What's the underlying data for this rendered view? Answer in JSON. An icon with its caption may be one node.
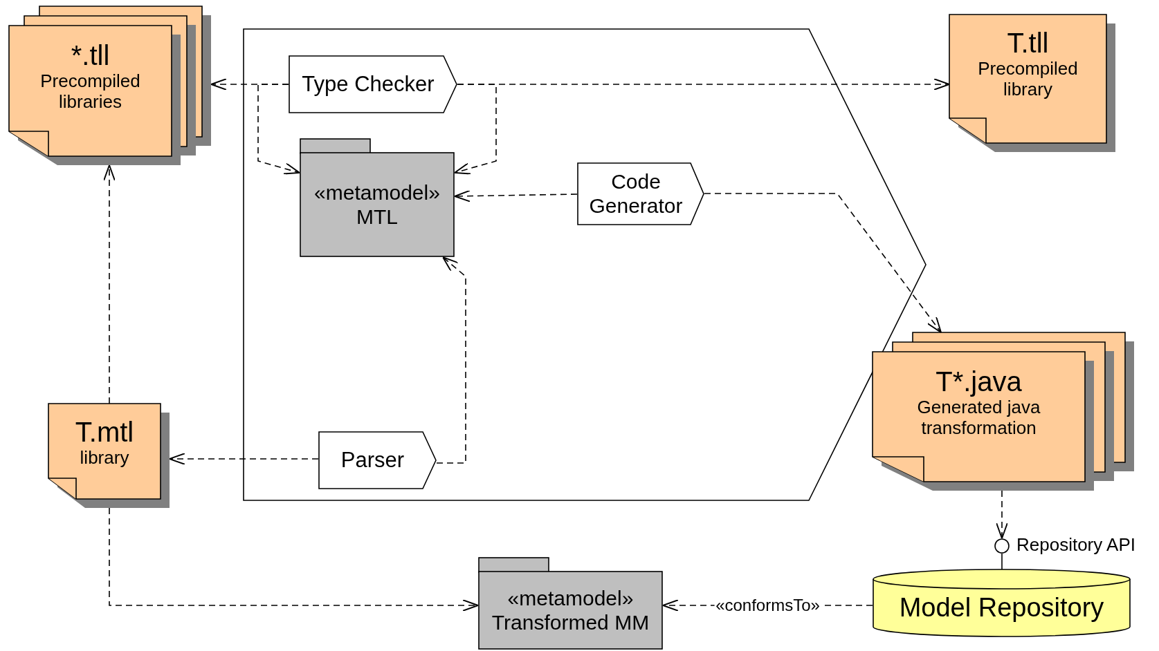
{
  "diagram": {
    "nodes": [
      {
        "text": [
          "*.tll",
          "Precompiled libraries"
        ]
      },
      {
        "text": [],
        "shape": "box"
      },
      {
        "text": [
          "Type Checker"
        ],
        "in": 1
      },
      {
        "text": [
          "«metamodel»",
          "MTL"
        ],
        "in": 1
      },
      {
        "text": [
          "Code Generator"
        ],
        "in": 1
      },
      {
        "text": [
          "Parser"
        ],
        "in": 1
      },
      {
        "text": [
          "T.tll",
          "Precompiled library"
        ]
      },
      {
        "text": [
          "T*.java",
          "Generated java transformation"
        ]
      },
      {
        "text": [
          "T.mtl",
          "library"
        ]
      },
      {
        "text": [],
        "shape": "circle",
        "beside": [
          "Repository API"
        ]
      },
      {
        "text": [
          "«metamodel»",
          "Transformed MM"
        ]
      },
      {
        "text": [
          "Model Repository"
        ]
      }
    ],
    "edges": [
      {
        "from": 2,
        "to": 0,
        "arrow": "to",
        "style": "dashed"
      },
      {
        "from": 2,
        "to": 3,
        "arrow": "to",
        "style": "dashed"
      },
      {
        "from": 2,
        "to": 3,
        "arrow": "to",
        "style": "dashed"
      },
      {
        "from": 2,
        "to": 6,
        "arrow": "to",
        "style": "dashed"
      },
      {
        "from": 4,
        "to": 3,
        "arrow": "to",
        "style": "dashed"
      },
      {
        "from": 4,
        "to": 7,
        "arrow": "to",
        "style": "dashed"
      },
      {
        "from": 5,
        "to": 3,
        "arrow": "to",
        "style": "dashed"
      },
      {
        "from": 5,
        "to": 8,
        "arrow": "to",
        "style": "dashed"
      },
      {
        "from": 8,
        "to": 0,
        "arrow": "to",
        "style": "dashed"
      },
      {
        "from": 8,
        "to": 10,
        "arrow": "to",
        "style": "dashed"
      },
      {
        "from": 7,
        "to": 9,
        "arrow": "to",
        "style": "dashed"
      },
      {
        "from": 11,
        "to": 9,
        "arrow": "none"
      },
      {
        "from": 11,
        "to": 10,
        "arrow": "to",
        "style": "dashed",
        "label": "«conformsTo»"
      }
    ]
  }
}
